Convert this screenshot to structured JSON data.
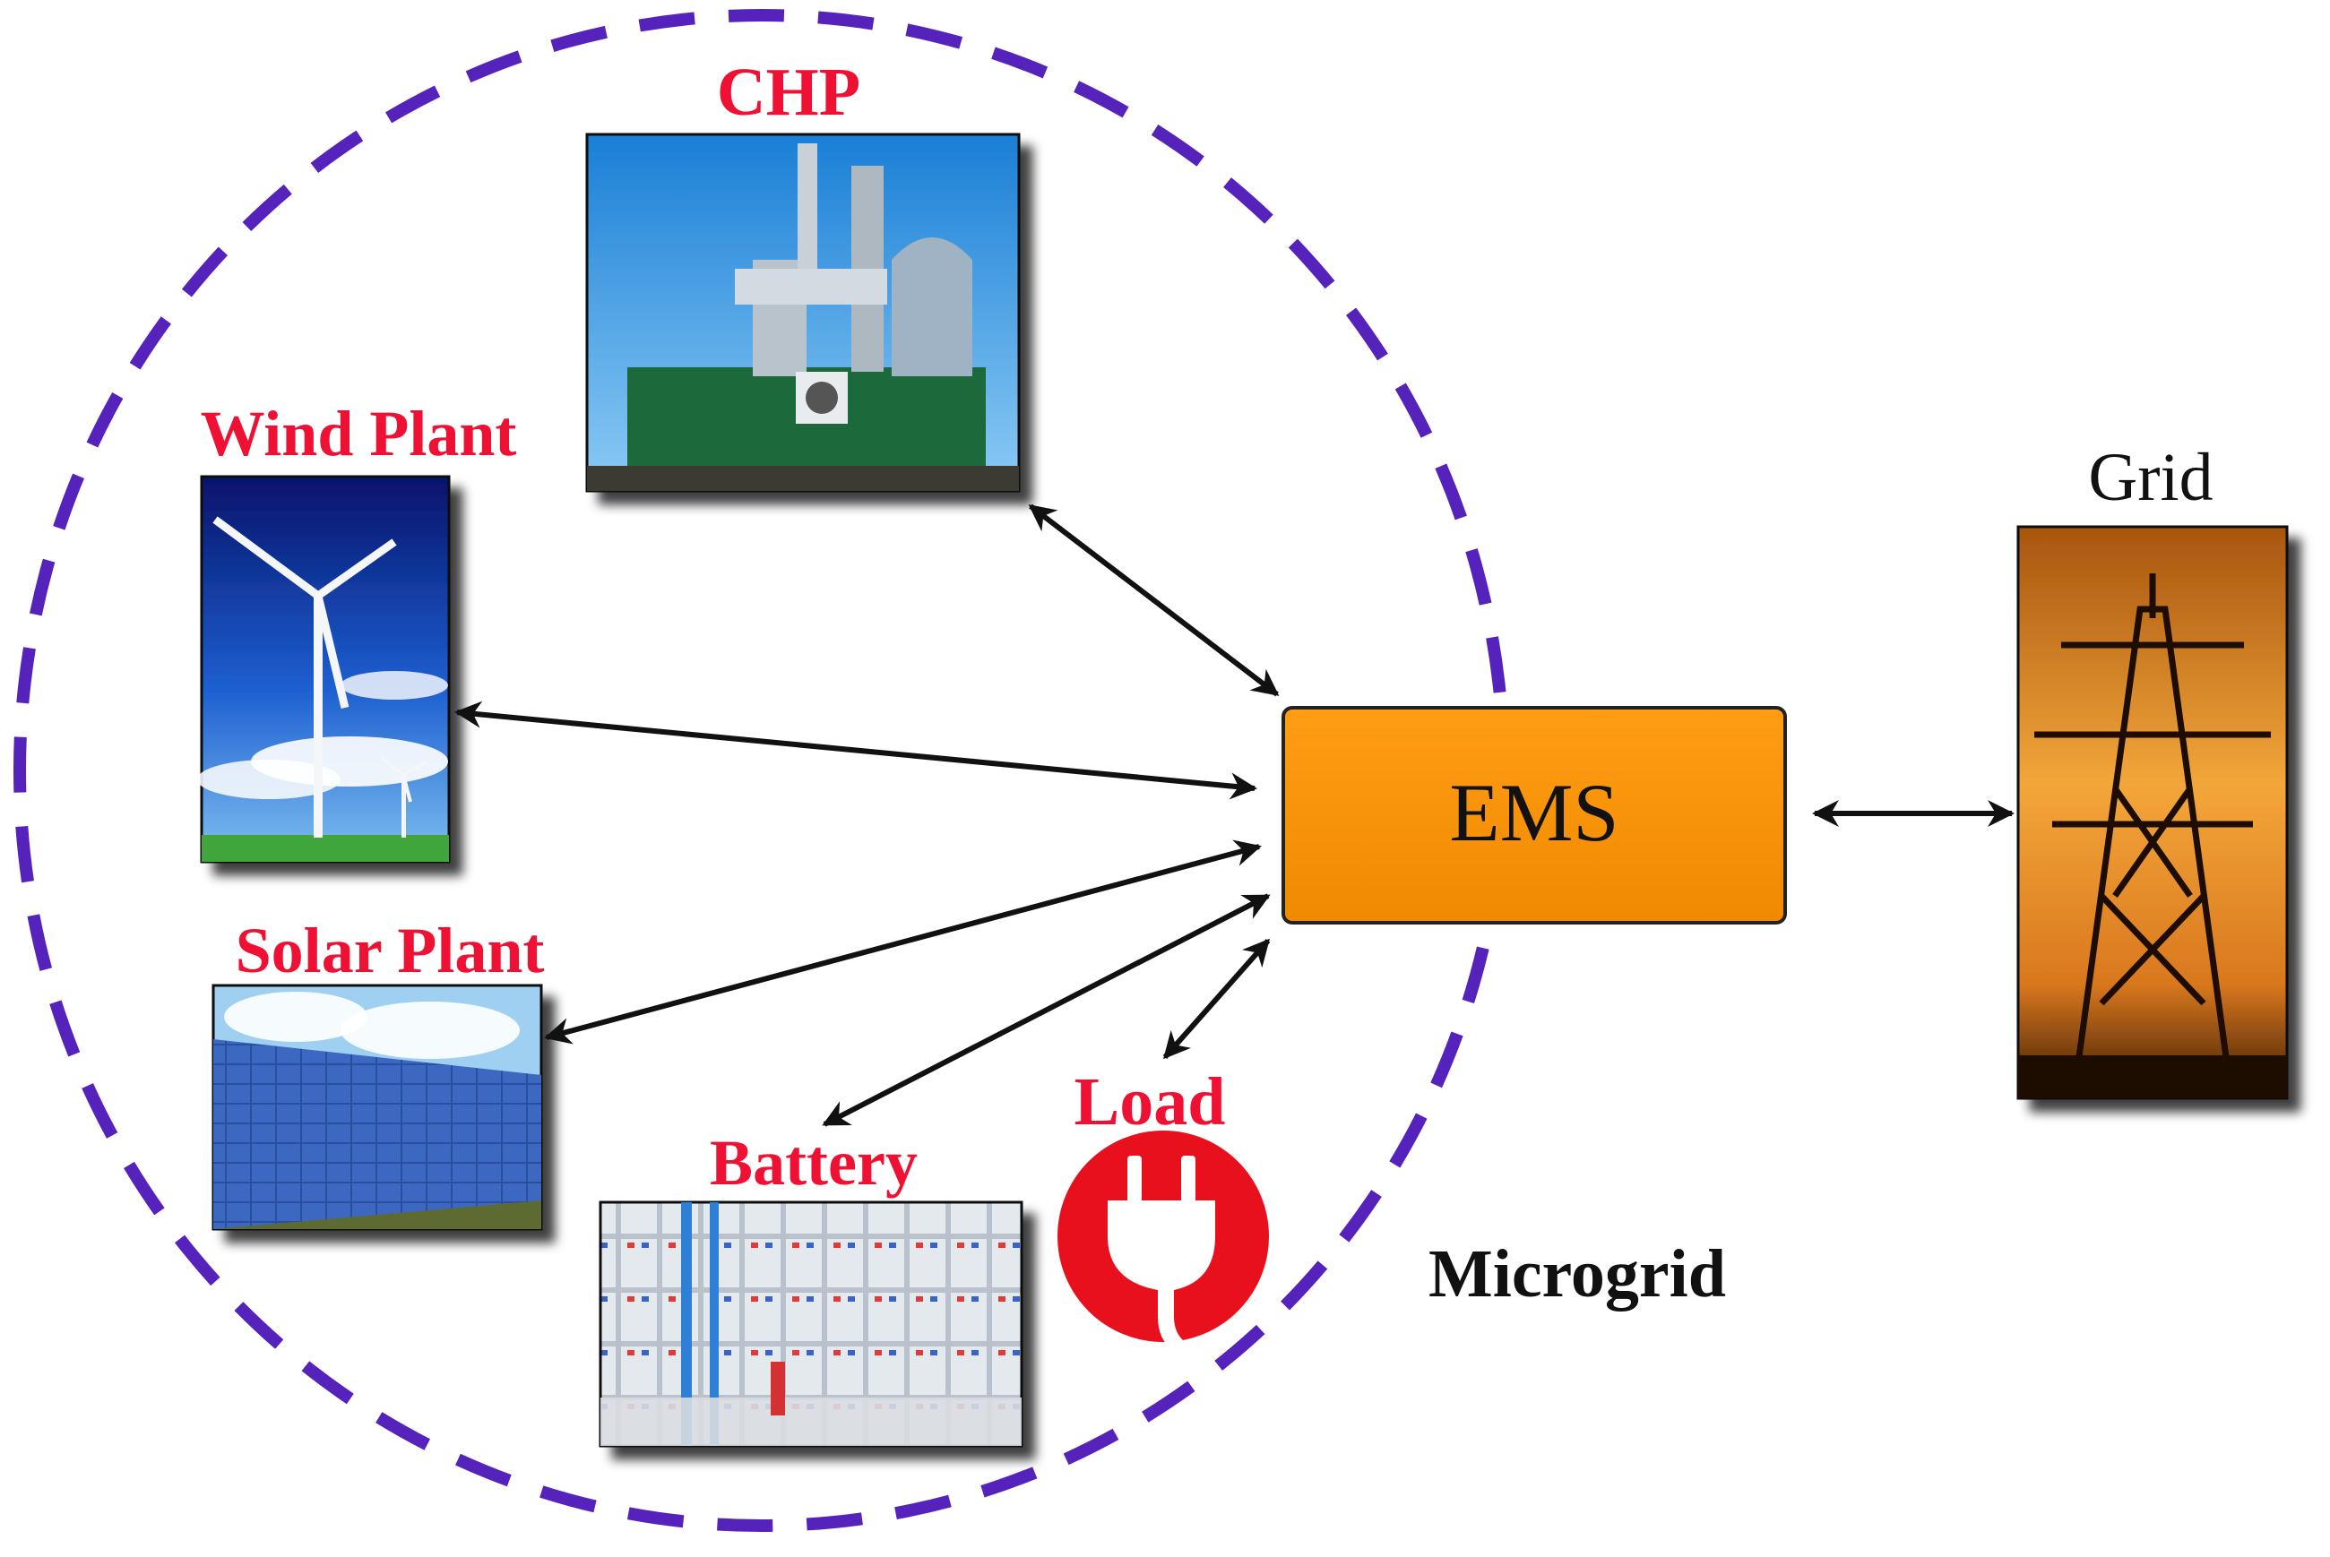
{
  "labels": {
    "chp": "CHP",
    "wind": "Wind Plant",
    "solar": "Solar Plant",
    "battery": "Battery",
    "load": "Load",
    "grid": "Grid",
    "ems": "EMS",
    "microgrid": "Microgrid"
  },
  "colors": {
    "label_red": "#ee1133",
    "boundary_purple": "#5522bb",
    "ems_orange": "#ff9900",
    "load_red": "#e8101c"
  },
  "icons": {
    "load": "power-plug-icon"
  }
}
